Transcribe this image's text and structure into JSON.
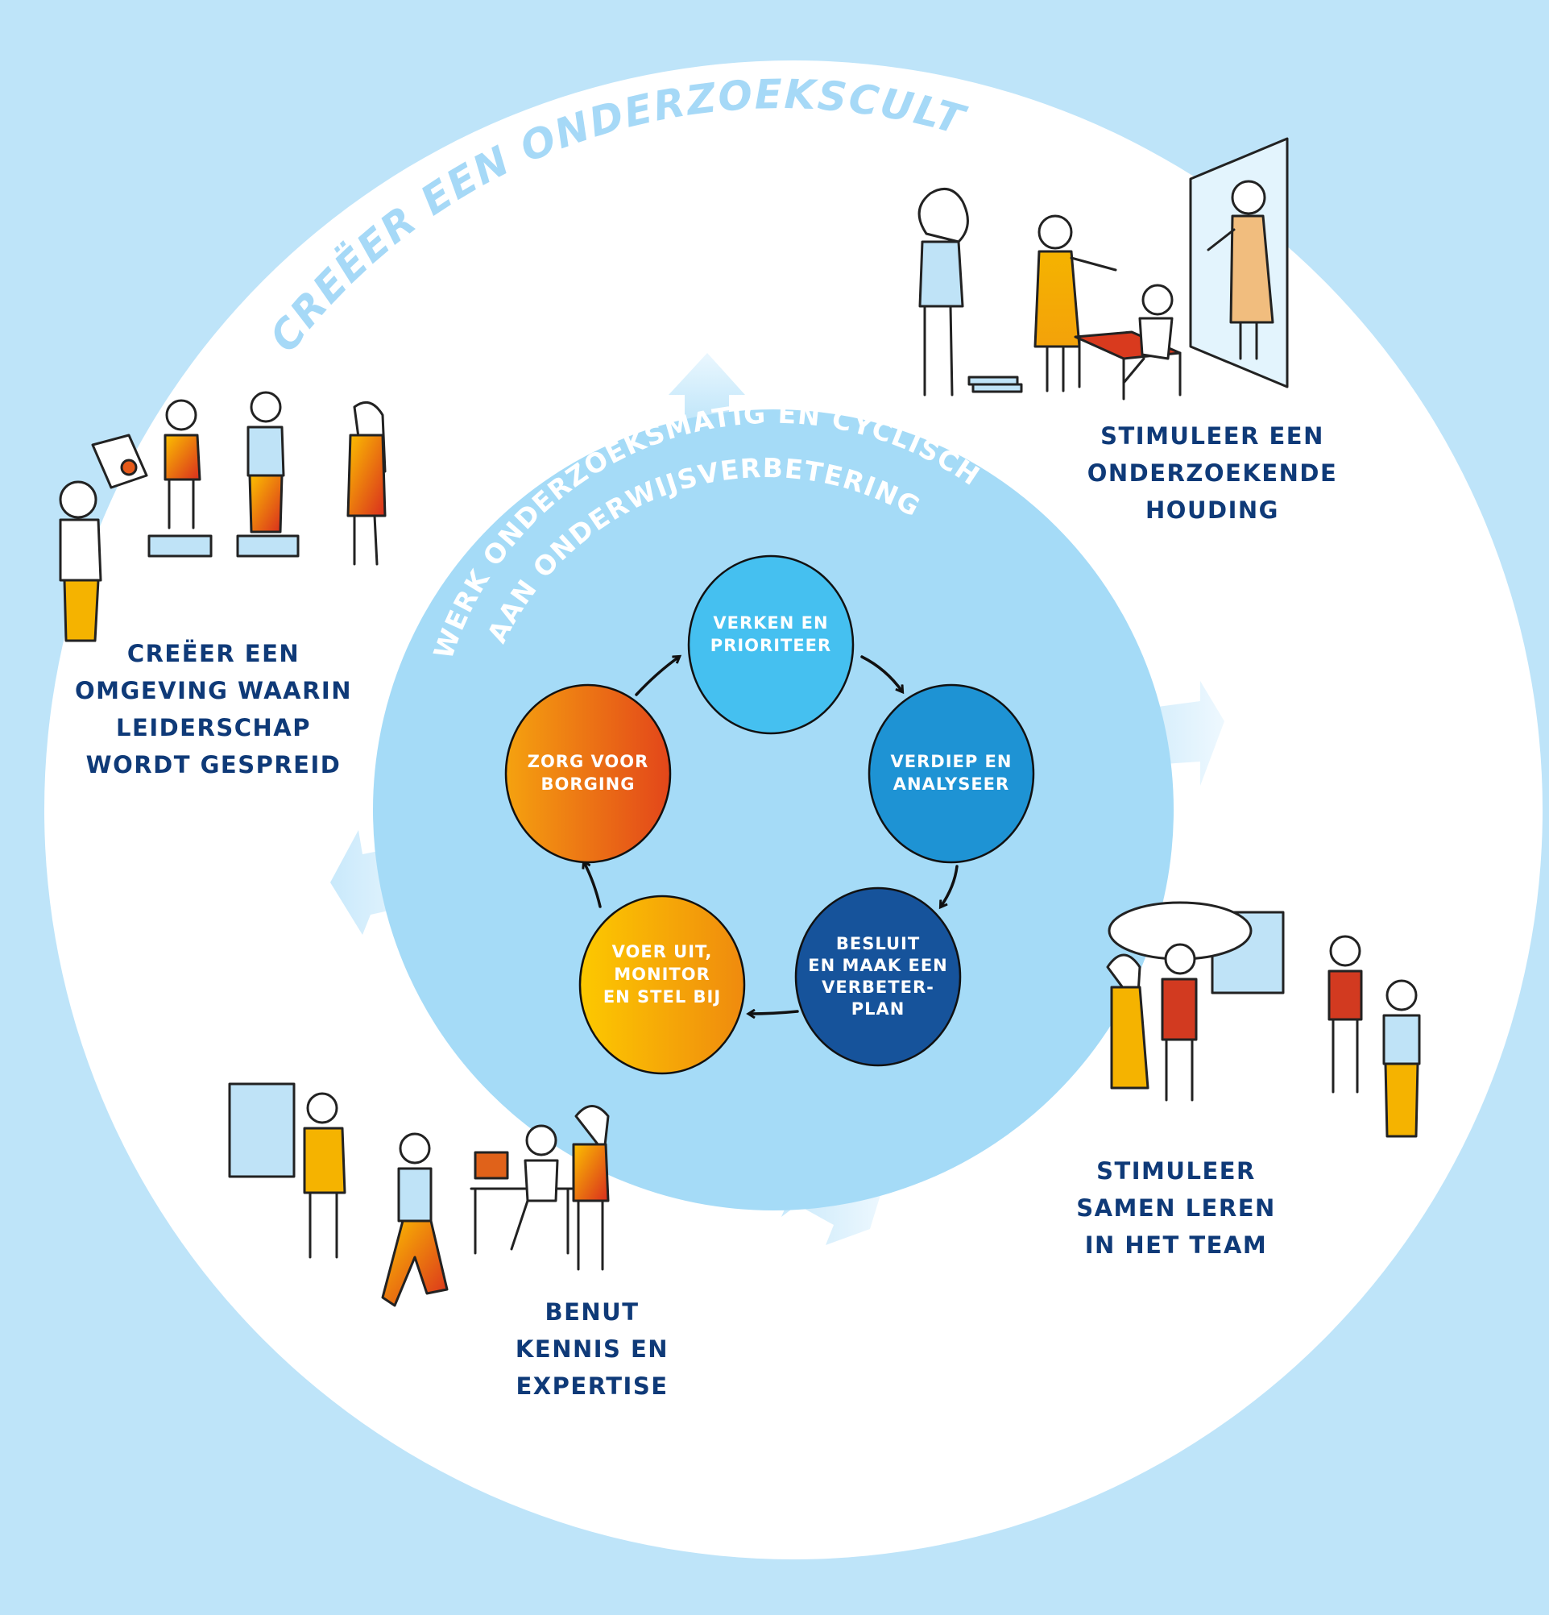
{
  "outer_ring": {
    "title": "CREËER EEN ONDERZOEKSCULTUUR"
  },
  "inner_ring": {
    "title_line1": "WERK ONDERZOEKSMATIG EN CYCLISCH",
    "title_line2": "AAN ONDERWIJSVERBETERING"
  },
  "cycle": [
    {
      "lines": [
        "VERKEN EN",
        "PRIORITEER"
      ],
      "color": "#45c0f0"
    },
    {
      "lines": [
        "VERDIEP EN",
        "ANALYSEER"
      ],
      "color": "#1e93d4"
    },
    {
      "lines": [
        "BESLUIT",
        "EN MAAK EEN",
        "VERBETER-",
        "PLAN"
      ],
      "color": "#16539b"
    },
    {
      "lines": [
        "VOER UIT,",
        "MONITOR",
        "EN STEL BIJ"
      ],
      "gradient": [
        "#fdc900",
        "#ef8a0e"
      ]
    },
    {
      "lines": [
        "ZORG VOOR",
        "BORGING"
      ],
      "gradient": [
        "#f5a20f",
        "#e3461a"
      ]
    }
  ],
  "outer_labels": {
    "houding": [
      "STIMULEER EEN",
      "ONDERZOEKENDE",
      "HOUDING"
    ],
    "leiderschap": [
      "CREËER EEN",
      "OMGEVING WAARIN",
      "LEIDERSCHAP",
      "WORDT GESPREID"
    ],
    "samen_leren": [
      "STIMULEER",
      "SAMEN LEREN",
      "IN HET TEAM"
    ],
    "kennis": [
      "BENUT",
      "KENNIS EN",
      "EXPERTISE"
    ]
  },
  "colors": {
    "background": "#bee4f9",
    "outer_ring": "#ffffff",
    "inner_disc": "#a5dbf7",
    "label_text": "#0f3a78",
    "outer_title": "#a6d9f7"
  }
}
